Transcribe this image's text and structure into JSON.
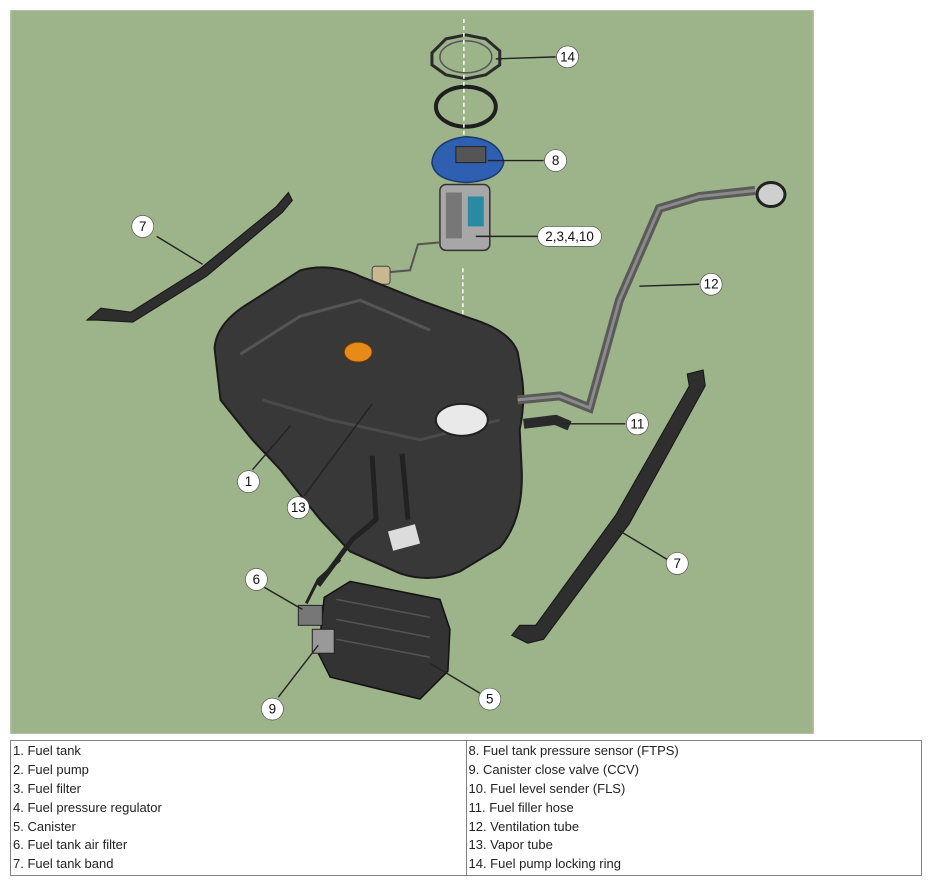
{
  "colors": {
    "background": "#9db389",
    "tank": "#3a3a3a",
    "module_cap": "#2f5fb0",
    "filler_cap": "#e88a18",
    "canister": "#333333"
  },
  "callouts": {
    "c1": "1",
    "c5": "5",
    "c6": "6",
    "c7a": "7",
    "c7b": "7",
    "c8": "8",
    "c9": "9",
    "c11": "11",
    "c12": "12",
    "c13": "13",
    "c14": "14",
    "c2": "2,3,4,10"
  },
  "legend": {
    "left": [
      "1. Fuel tank",
      "2. Fuel pump",
      "3. Fuel filter",
      "4. Fuel pressure regulator",
      "5. Canister",
      "6. Fuel tank air filter",
      "7. Fuel tank band"
    ],
    "right": [
      "8. Fuel tank pressure sensor (FTPS)",
      "9. Canister close valve (CCV)",
      "10. Fuel level sender (FLS)",
      "11. Fuel filler hose",
      "12. Ventilation tube",
      "13. Vapor tube",
      "14. Fuel pump locking ring"
    ]
  }
}
